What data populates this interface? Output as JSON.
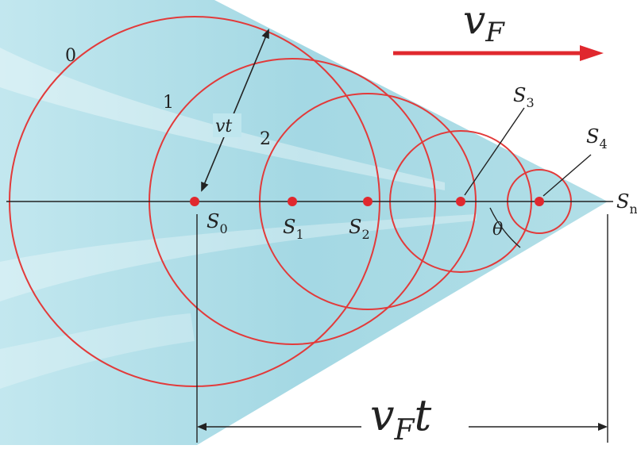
{
  "velocity_label": {
    "base": "v",
    "sub": "F"
  },
  "distance_label": {
    "base": "v",
    "sub": "F",
    "tail": "t"
  },
  "radius_label": "vt",
  "angle_label": "θ",
  "wavefront_labels": [
    "0",
    "1",
    "2"
  ],
  "source_labels": [
    {
      "base": "S",
      "sub": "0"
    },
    {
      "base": "S",
      "sub": "1"
    },
    {
      "base": "S",
      "sub": "2"
    },
    {
      "base": "S",
      "sub": "3"
    },
    {
      "base": "S",
      "sub": "4"
    },
    {
      "base": "S",
      "sub": "n"
    }
  ],
  "colors": {
    "wavefront": "#e23a3a",
    "source": "#e0282e",
    "arrow": "#e0282e",
    "cone": "#aedde6",
    "line": "#222222"
  }
}
